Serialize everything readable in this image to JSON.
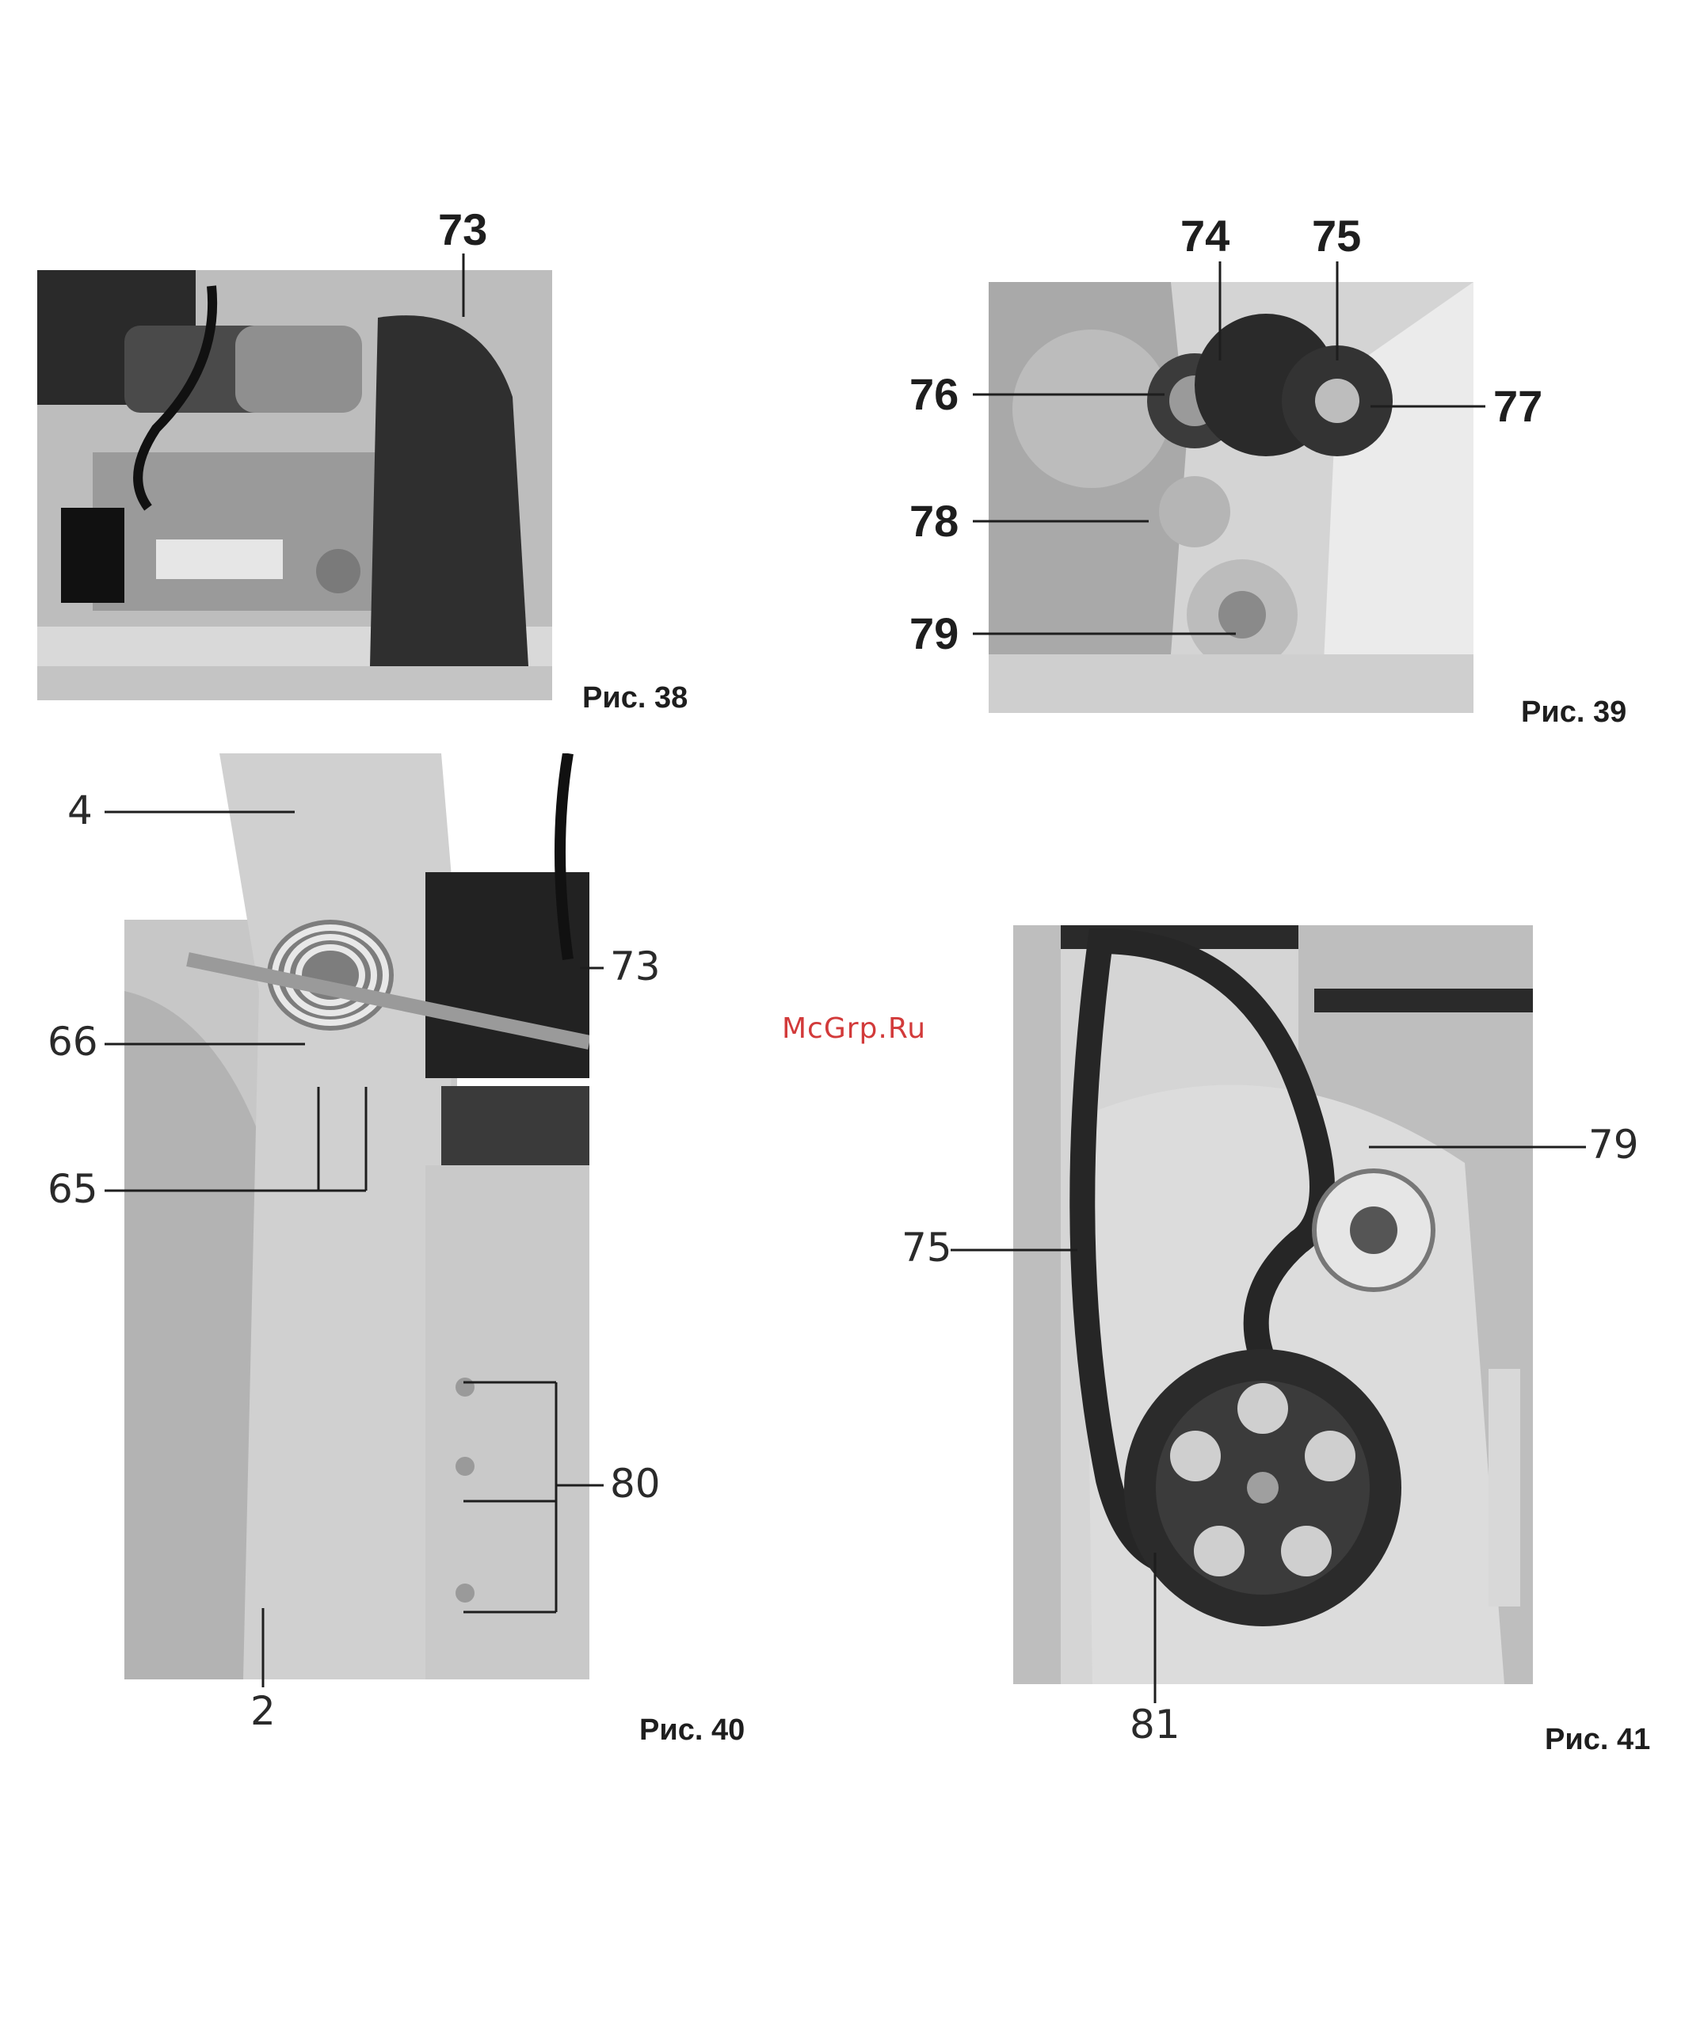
{
  "watermark": "McGrp.Ru",
  "figures": [
    {
      "caption": "Рис. 38",
      "callouts": [
        "73"
      ]
    },
    {
      "caption": "Рис. 39",
      "callouts": [
        "74",
        "75",
        "76",
        "77",
        "78",
        "79"
      ]
    },
    {
      "caption": "Рис. 40",
      "callouts": [
        "4",
        "73",
        "66",
        "65",
        "80",
        "2"
      ]
    },
    {
      "caption": "Рис. 41",
      "callouts": [
        "79",
        "75",
        "81"
      ]
    }
  ],
  "colors": {
    "photo_dark": "#2b2b2b",
    "photo_light": "#cfcfcf",
    "leader_line": "#1e1e1e",
    "watermark": "#d23a3a"
  }
}
